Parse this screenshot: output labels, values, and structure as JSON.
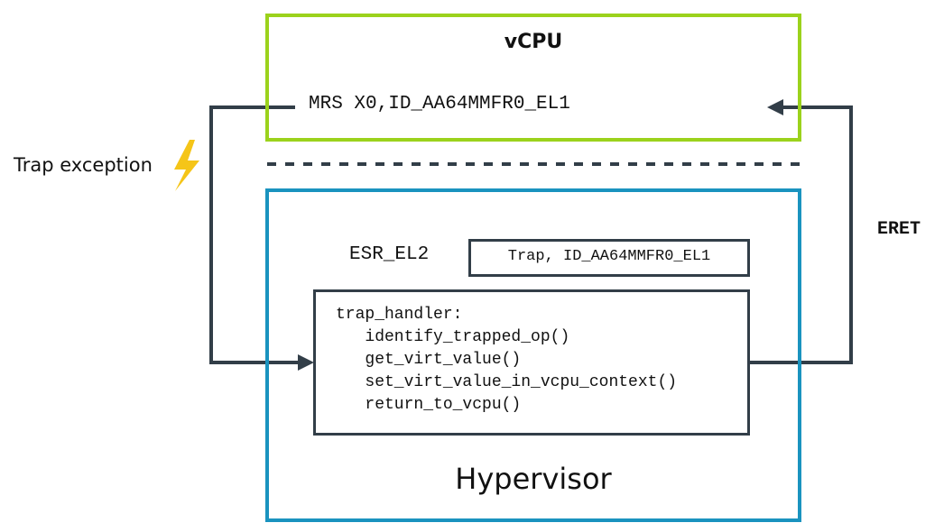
{
  "vcpu": {
    "title": "vCPU",
    "instruction": "MRS X0,ID_AA64MMFR0_EL1"
  },
  "trap": {
    "label": "Trap exception"
  },
  "eret": {
    "label": "ERET"
  },
  "hypervisor": {
    "title": "Hypervisor",
    "esr_label": "ESR_EL2",
    "esr_value": "Trap, ID_AA64MMFR0_EL1",
    "handler_lines": [
      "trap_handler:",
      "   identify_trapped_op()",
      "   get_virt_value()",
      "   set_virt_value_in_vcpu_context()",
      "   return_to_vcpu()"
    ]
  },
  "colors": {
    "vcpu_border": "#9bd21c",
    "hypervisor_border": "#1a93bf",
    "arrows": "#323e48",
    "lightning": "#f5c518"
  },
  "icons": {
    "lightning": "lightning-bolt-icon"
  }
}
